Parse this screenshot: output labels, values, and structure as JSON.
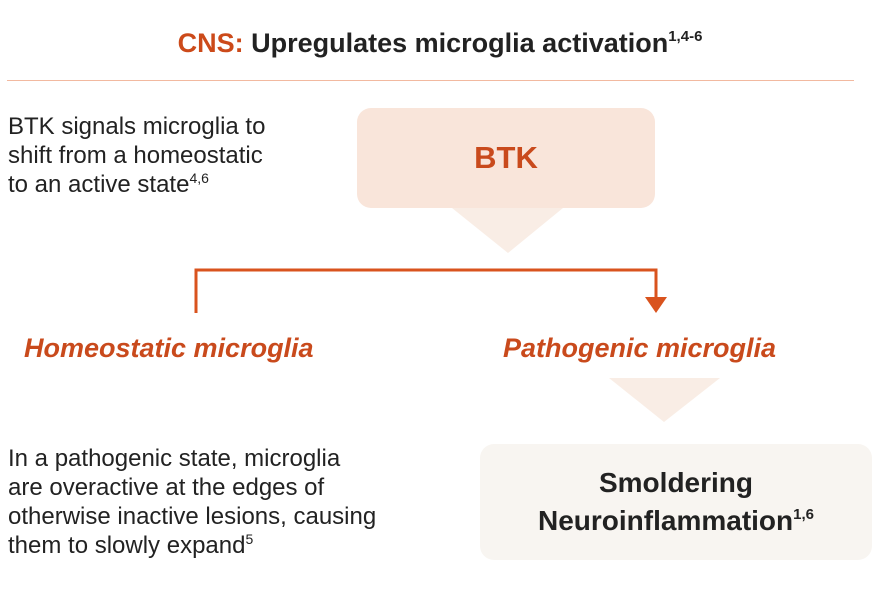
{
  "title": {
    "prefix": "CNS:",
    "text": "Upregulates microglia activation",
    "superscript": "1,4-6"
  },
  "top_note": {
    "lines": [
      "BTK signals microglia to",
      "shift from a homeostatic",
      "to an active state"
    ],
    "superscript": "4,6"
  },
  "btk_box": {
    "label": "BTK"
  },
  "states": {
    "homeostatic": "Homeostatic microglia",
    "pathogenic": "Pathogenic microglia"
  },
  "bottom_note": {
    "lines": [
      "In a pathogenic state, microglia",
      "are overactive at the edges of",
      "otherwise inactive lesions, causing",
      "them to slowly expand"
    ],
    "superscript": "5"
  },
  "result_box": {
    "line1": "Smoldering",
    "line2": "Neuroinflammation",
    "superscript": "1,6"
  },
  "colors": {
    "accent": "#cc4a1a",
    "btk_box_fill": "#f9e5da",
    "result_box_fill": "#f8f5f1",
    "divider": "#f2b9a0",
    "pointer_triangle": "#f9ede5"
  }
}
